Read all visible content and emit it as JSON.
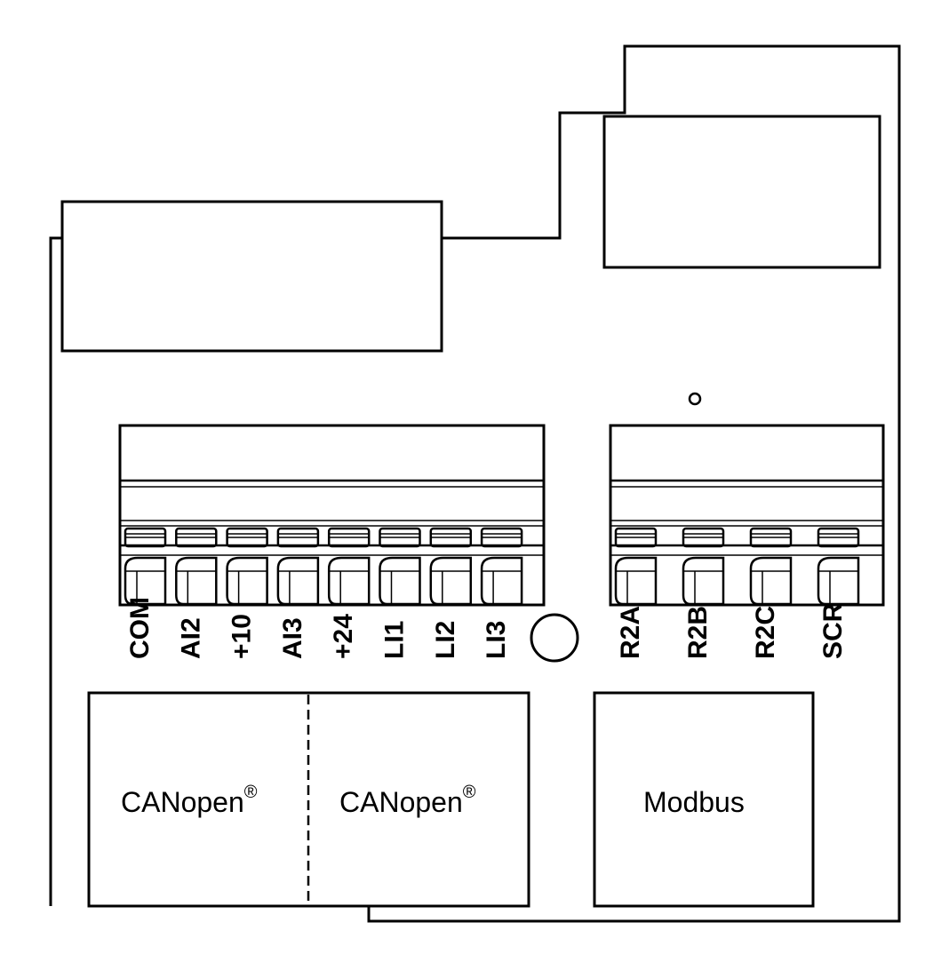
{
  "diagram": {
    "title": "Control terminal board",
    "colors": {
      "line": "#000000",
      "background": "#ffffff"
    },
    "left_terminal_block": {
      "terminals": [
        "COM",
        "AI2",
        "+10",
        "AI3",
        "+24",
        "LI1",
        "LI2",
        "LI3"
      ]
    },
    "right_terminal_block": {
      "terminals": [
        "R2A",
        "R2B",
        "R2C",
        "SCR"
      ]
    },
    "ports": [
      {
        "id": "canopen-1",
        "label": "CANopen",
        "mark": "®"
      },
      {
        "id": "canopen-2",
        "label": "CANopen",
        "mark": "®"
      },
      {
        "id": "modbus",
        "label": "Modbus",
        "mark": ""
      }
    ]
  }
}
